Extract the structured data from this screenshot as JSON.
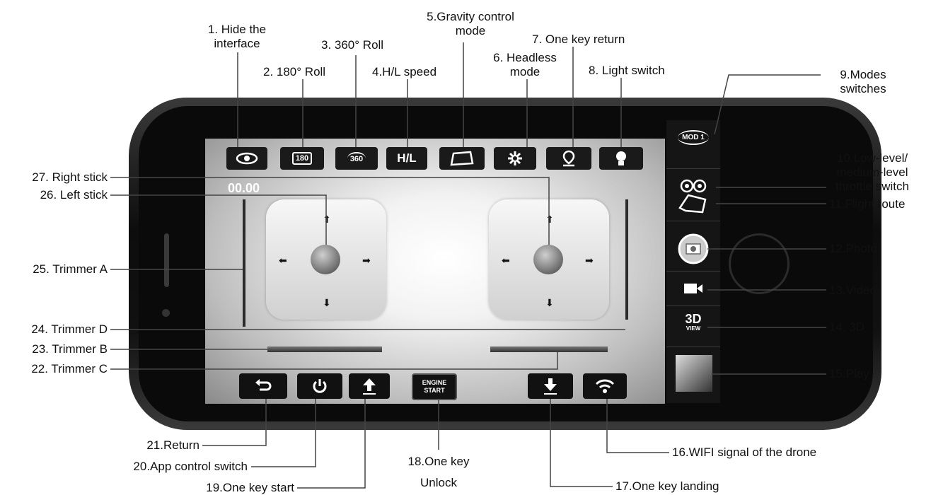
{
  "screen": {
    "timer": "00.00"
  },
  "top_buttons": [
    {
      "text": "",
      "icon": "eye-icon"
    },
    {
      "text": "180",
      "icon": "roll-180-icon"
    },
    {
      "text": "360",
      "icon": "roll-360-icon"
    },
    {
      "text": "H/L",
      "icon": "speed-icon"
    },
    {
      "text": "",
      "icon": "gravity-icon"
    },
    {
      "text": "",
      "icon": "headless-icon"
    },
    {
      "text": "",
      "icon": "return-pin-icon"
    },
    {
      "text": "",
      "icon": "light-bulb-icon"
    }
  ],
  "sidebar": {
    "mode_text": "MOD 1",
    "view3d": "3D",
    "view3d_sub": "VIEW"
  },
  "bottom_buttons": {
    "engine_line1": "ENGINE",
    "engine_line2": "START"
  },
  "labels": {
    "l1": "1. Hide the\n interface",
    "l2": "2. 180° Roll",
    "l3": "3. 360° Roll",
    "l4": "4.H/L speed",
    "l5": "5.Gravity control\nmode",
    "l6": "6. Headless\nmode",
    "l7": "7. One key return",
    "l8": "8. Light switch",
    "l9": "9.Modes\nswitches",
    "l10": "10.Low-level/\nmedium-level\nthrottle switch",
    "l11": "11.Flight route",
    "l12": "12.Photo",
    "l13": "13.Video",
    "l14": "14. 3D",
    "l15": "15.Play",
    "l16": "16.WIFI signal of the drone",
    "l17": "17.One key landing",
    "l18": "18.One key\nUnlock",
    "l19": "19.One key start",
    "l20": "20.App control switch",
    "l21": "21.Return",
    "l22": "22. Trimmer C",
    "l23": "23. Trimmer B",
    "l24": "24. Trimmer D",
    "l25": "25. Trimmer A",
    "l26": "26. Left stick",
    "l27": "27. Right stick"
  }
}
